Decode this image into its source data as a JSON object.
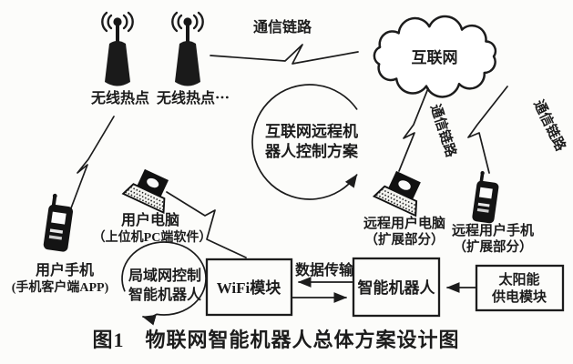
{
  "colors": {
    "ink": "#1c1c1c",
    "paper": "#fcfcfa"
  },
  "caption": "图1　物联网智能机器人总体方案设计图",
  "network": {
    "hotspot1_label": "无线热点",
    "hotspot2_label": "无线热点⋯",
    "internet_label": "互联网",
    "link_top_label": "通信链路",
    "link_remote_pc_label": "通信链路",
    "link_remote_phone_label": "通信链路"
  },
  "loops": {
    "internet_remote": {
      "line1": "互联网远程机",
      "line2": "器人控制方案"
    },
    "lan_control": {
      "line1": "局域网控制",
      "line2": "智能机器人"
    }
  },
  "devices": {
    "user_pc": {
      "name": "用户电脑",
      "sub": "（上位机PC端软件）"
    },
    "user_phone": {
      "name": "用户手机",
      "sub": "(手机客户端APP)"
    },
    "remote_pc": {
      "name": "远程用户电脑",
      "sub": "（扩展部分）"
    },
    "remote_phone": {
      "name": "远程用户手机",
      "sub": "（扩展部分）"
    }
  },
  "modules": {
    "wifi_label": "WiFi模块",
    "robot_label": "智能机器人",
    "solar_line1": "太阳能",
    "solar_line2": "供电模块",
    "data_transfer_label": "数据传输"
  }
}
